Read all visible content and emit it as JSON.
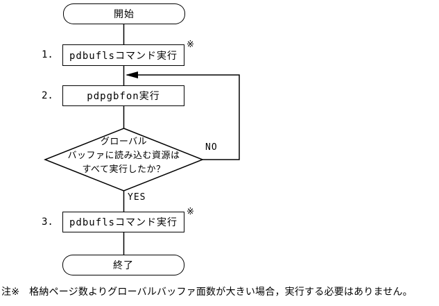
{
  "flowchart": {
    "start": {
      "label": "開始"
    },
    "steps": [
      {
        "number": "1.",
        "label": "pdbuflsコマンド実行",
        "note_mark": "※"
      },
      {
        "number": "2.",
        "label": "pdpgbfon実行",
        "note_mark": ""
      },
      {
        "number": "3.",
        "label": "pdbuflsコマンド実行",
        "note_mark": "※"
      }
    ],
    "decision": {
      "line1": "グローバル",
      "line2": "バッファに読み込む資源は",
      "line3": "すべて実行したか？",
      "no_label": "NO",
      "yes_label": "YES"
    },
    "end": {
      "label": "終了"
    }
  },
  "note": {
    "prefix": "注※",
    "text": "格納ページ数よりグローバルバッファ面数が大きい場合，実行する必要はありません。"
  },
  "colors": {
    "line": "#000000",
    "background": "#ffffff",
    "text": "#000000"
  }
}
